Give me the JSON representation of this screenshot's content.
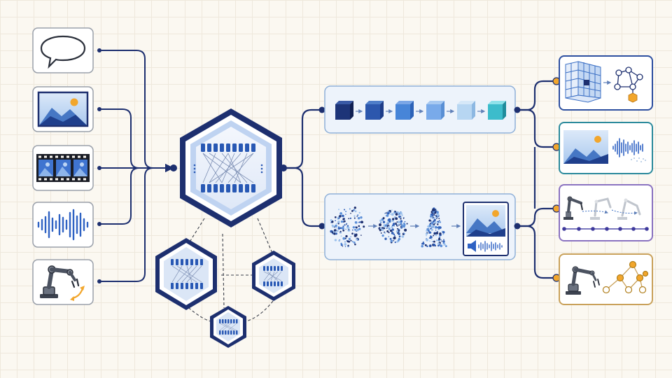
{
  "diagram": {
    "inputs": [
      {
        "id": "text",
        "icon": "speech-bubble-icon"
      },
      {
        "id": "image",
        "icon": "landscape-image-icon"
      },
      {
        "id": "video",
        "icon": "film-strip-icon"
      },
      {
        "id": "audio",
        "icon": "audio-waveform-icon"
      },
      {
        "id": "robot",
        "icon": "robot-arm-icon"
      }
    ],
    "core": {
      "icon": "neural-network-icon"
    },
    "experts": [
      {
        "id": "expert-left"
      },
      {
        "id": "expert-right"
      },
      {
        "id": "expert-bottom"
      }
    ],
    "pipelines": [
      {
        "id": "autoregressive-tokens",
        "token_count": 6
      },
      {
        "id": "diffusion-generation"
      }
    ],
    "outputs": [
      {
        "id": "3d-graph",
        "border": "#2d4fa0"
      },
      {
        "id": "image-audio",
        "border": "#2b8a9c"
      },
      {
        "id": "robot-trajectory",
        "border": "#8a72c0"
      },
      {
        "id": "robot-plan",
        "border": "#c9a15a"
      }
    ],
    "colors": {
      "navy": "#1d2f6f",
      "blue": "#3b6fc4",
      "light_blue": "#9cc1ec",
      "teal": "#3ab4c4",
      "orange": "#f2a62c"
    }
  }
}
